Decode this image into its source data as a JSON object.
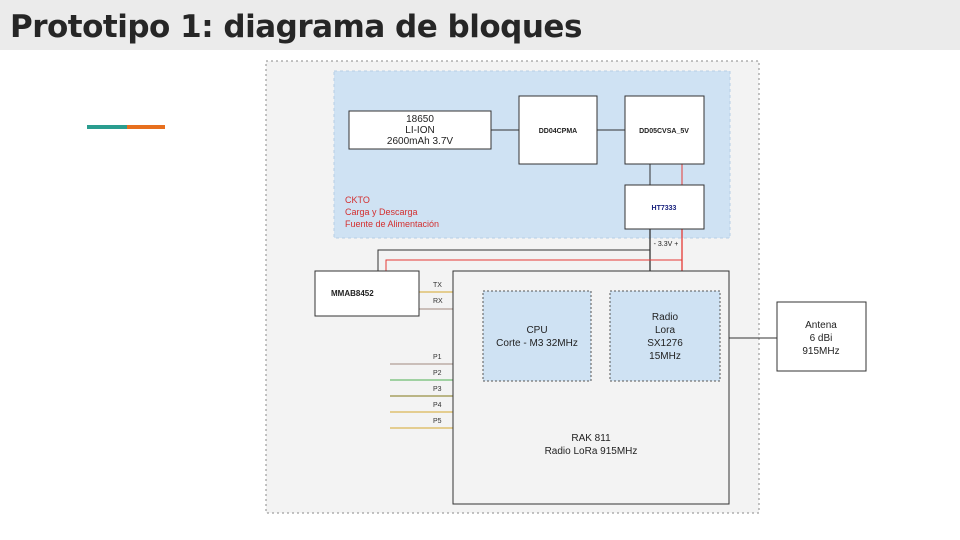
{
  "slide": {
    "title": "Prototipo 1: diagrama de bloques"
  },
  "colors": {
    "accent_teal": "#2a9d8f",
    "accent_orange": "#e76f1e",
    "power_panel": "#cfe2f3",
    "subblock": "#cfe2f3",
    "red_label": "#d32f2f",
    "line_red": "#e53935",
    "line_dark": "#333333",
    "line_brown": "#a1887f",
    "line_green": "#4caf50",
    "line_olive": "#827717",
    "line_gold": "#d4a72c",
    "ht_label_blue": "#1a237e"
  },
  "diagram": {
    "battery": {
      "lines": [
        "18650",
        "LI-ION",
        "2600mAh 3.7V"
      ]
    },
    "dd04": {
      "label": "DD04CPMA"
    },
    "dd05": {
      "label": "DD05CVSA_5V"
    },
    "ht7333": {
      "label": "HT7333"
    },
    "power_note": {
      "lines": [
        "CKTO",
        "Carga y Descarga",
        "Fuente de Alimentación"
      ]
    },
    "voltage_label": "- 3.3V +",
    "mmab": {
      "label": "MMAB8452"
    },
    "tx_label": "TX",
    "rx_label": "RX",
    "pins": [
      "P1",
      "P2",
      "P3",
      "P4",
      "P5"
    ],
    "cpu": {
      "lines": [
        "CPU",
        "Corte - M3 32MHz"
      ]
    },
    "radio": {
      "lines": [
        "Radio",
        "Lora",
        "SX1276",
        "15MHz"
      ]
    },
    "rak": {
      "lines": [
        "RAK 811",
        "Radio LoRa 915MHz"
      ]
    },
    "antenna": {
      "lines": [
        "Antena",
        "6 dBi",
        "915MHz"
      ]
    }
  }
}
